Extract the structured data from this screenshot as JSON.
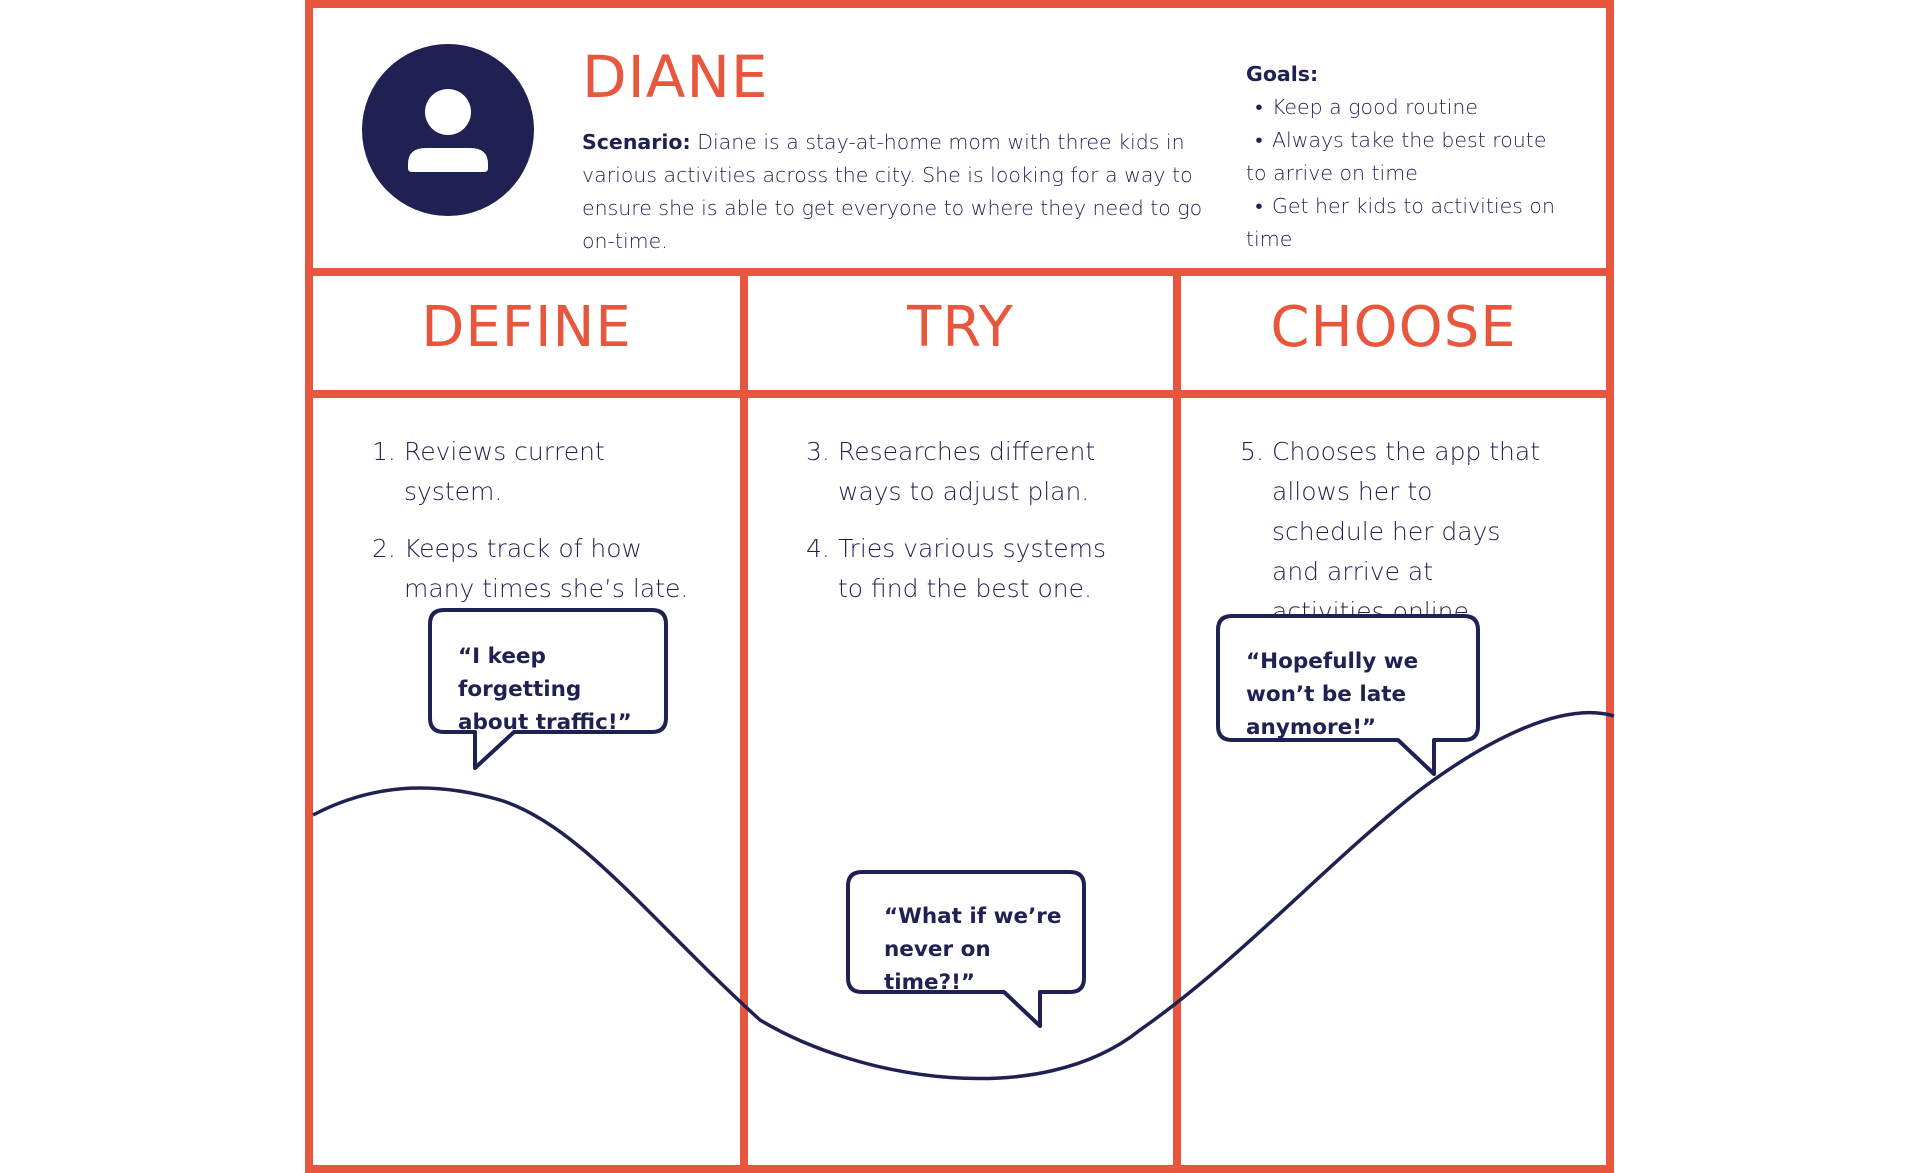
{
  "colors": {
    "accent": "#e8573d",
    "navy": "#1f2152",
    "highlight": "#fdeee9"
  },
  "persona": {
    "avatar_icon": "user-icon",
    "name": "DIANE",
    "scenario_label": "Scenario:",
    "scenario_text": " Diane is a stay-at-home mom with three kids in various activities across the city. She is looking for a way to ensure she is able to get everyone to where they need to go on-time."
  },
  "goals": {
    "heading": "Goals:",
    "items": [
      "Keep a good routine",
      "Always take the best route to arrive on time",
      "Get her kids to activities on time"
    ]
  },
  "phases": [
    {
      "title": "DEFINE",
      "steps": [
        {
          "num": "1.",
          "text": "Reviews current system."
        },
        {
          "num": "2.",
          "text": "Keeps track of how many times she’s late."
        }
      ],
      "quote": "“I keep forgetting about traffic!”"
    },
    {
      "title": "TRY",
      "steps": [
        {
          "num": "3.",
          "text": "Researches different ways to adjust plan."
        },
        {
          "num": "4.",
          "text": "Tries various systems to find the best one."
        }
      ],
      "quote": "“What if we’re never on time?!”"
    },
    {
      "title": "CHOOSE",
      "steps": [
        {
          "num": "5.",
          "text": "Chooses the app that allows her to schedule her days and arrive at activities online."
        }
      ],
      "quote": "“Hopefully we won’t be late anymore!”"
    }
  ]
}
